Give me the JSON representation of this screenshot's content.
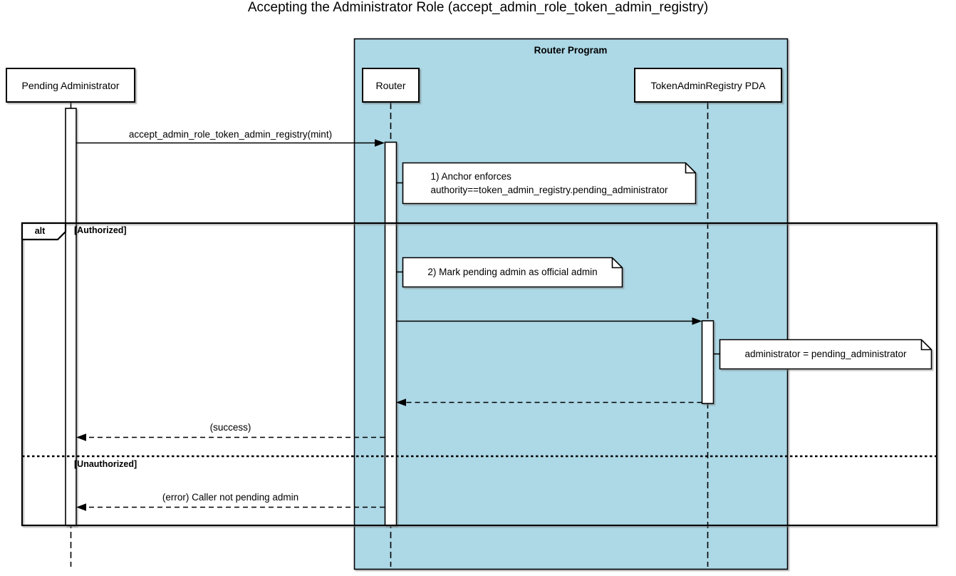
{
  "diagram": {
    "title": "Accepting the Administrator Role (accept_admin_role_token_admin_registry)",
    "kind": "uml-sequence-diagram"
  },
  "program_frame": {
    "label": "Router Program"
  },
  "participants": {
    "pending_admin": {
      "label": "Pending Administrator"
    },
    "router": {
      "label": "Router"
    },
    "registry_pda": {
      "label": "TokenAdminRegistry PDA"
    }
  },
  "messages": {
    "call": {
      "label": "accept_admin_role_token_admin_registry(mint)",
      "from": "pending_admin",
      "to": "router",
      "style": "solid"
    },
    "update_registry": {
      "label": "",
      "from": "router",
      "to": "registry_pda",
      "style": "solid"
    },
    "registry_return": {
      "label": "",
      "from": "registry_pda",
      "to": "router",
      "style": "dashed"
    },
    "success": {
      "label": "(success)",
      "from": "router",
      "to": "pending_admin",
      "style": "dashed"
    },
    "error": {
      "label": "(error) Caller not pending admin",
      "from": "router",
      "to": "pending_admin",
      "style": "dashed"
    }
  },
  "notes": {
    "anchor_enforces": "1) Anchor enforces\nauthority==token_admin_registry.pending_administrator",
    "mark_admin": "2) Mark pending admin as official admin",
    "set_admin": "administrator = pending_administrator"
  },
  "alt_frame": {
    "operator": "alt",
    "guard_authorized": "[Authorized]",
    "guard_unauthorized": "[Unauthorized]"
  },
  "colors": {
    "program_fill": "#ADD8E6",
    "participant_fill": "#FFFFFF",
    "note_fill": "#FFFFFF",
    "stroke": "#000000"
  }
}
